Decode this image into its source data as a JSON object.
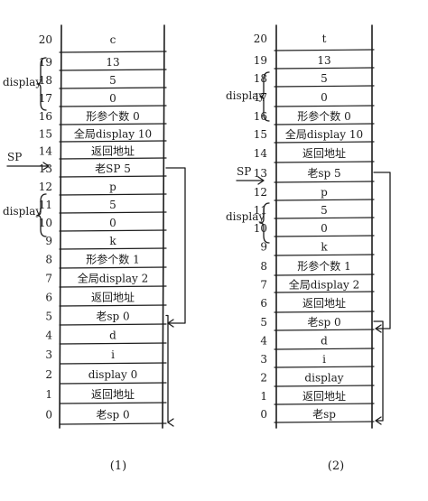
{
  "stacks": [
    {
      "caption": "(1)",
      "rows": [
        {
          "index": "0",
          "content": "老sp 0"
        },
        {
          "index": "1",
          "content": "返回地址"
        },
        {
          "index": "2",
          "content": "display 0"
        },
        {
          "index": "3",
          "content": "i"
        },
        {
          "index": "4",
          "content": "d"
        },
        {
          "index": "5",
          "content": "老sp 0"
        },
        {
          "index": "6",
          "content": "返回地址"
        },
        {
          "index": "7",
          "content": "全局display 2"
        },
        {
          "index": "8",
          "content": "形参个数 1"
        },
        {
          "index": "9",
          "content": "k"
        },
        {
          "index": "10",
          "content": "0"
        },
        {
          "index": "11",
          "content": "5"
        },
        {
          "index": "12",
          "content": "p"
        },
        {
          "index": "13",
          "content": "老SP 5"
        },
        {
          "index": "14",
          "content": "返回地址"
        },
        {
          "index": "15",
          "content": "全局display 10"
        },
        {
          "index": "16",
          "content": "形参个数 0"
        },
        {
          "index": "17",
          "content": "0"
        },
        {
          "index": "18",
          "content": "5"
        },
        {
          "index": "19",
          "content": "13"
        },
        {
          "index": "20",
          "content": "c"
        }
      ],
      "labels": [
        {
          "id": "display-upper",
          "text": "display"
        },
        {
          "id": "display-lower",
          "text": "display"
        },
        {
          "id": "sp",
          "text": "SP"
        }
      ]
    },
    {
      "caption": "(2)",
      "rows": [
        {
          "index": "0",
          "content": "老sp"
        },
        {
          "index": "1",
          "content": "返回地址"
        },
        {
          "index": "2",
          "content": "display"
        },
        {
          "index": "3",
          "content": "i"
        },
        {
          "index": "4",
          "content": "d"
        },
        {
          "index": "5",
          "content": "老sp 0"
        },
        {
          "index": "6",
          "content": "返回地址"
        },
        {
          "index": "7",
          "content": "全局display 2"
        },
        {
          "index": "8",
          "content": "形参个数 1"
        },
        {
          "index": "9",
          "content": "k"
        },
        {
          "index": "10",
          "content": "0"
        },
        {
          "index": "11",
          "content": "5"
        },
        {
          "index": "12",
          "content": "p"
        },
        {
          "index": "13",
          "content": "老sp 5"
        },
        {
          "index": "14",
          "content": "返回地址"
        },
        {
          "index": "15",
          "content": "全局display 10"
        },
        {
          "index": "16",
          "content": "形参个数 0"
        },
        {
          "index": "17",
          "content": "0"
        },
        {
          "index": "18",
          "content": "5"
        },
        {
          "index": "19",
          "content": "13"
        },
        {
          "index": "20",
          "content": "t"
        }
      ],
      "labels": [
        {
          "id": "display-upper",
          "text": "display"
        },
        {
          "id": "display-lower",
          "text": "display"
        },
        {
          "id": "sp",
          "text": "SP"
        }
      ]
    }
  ]
}
